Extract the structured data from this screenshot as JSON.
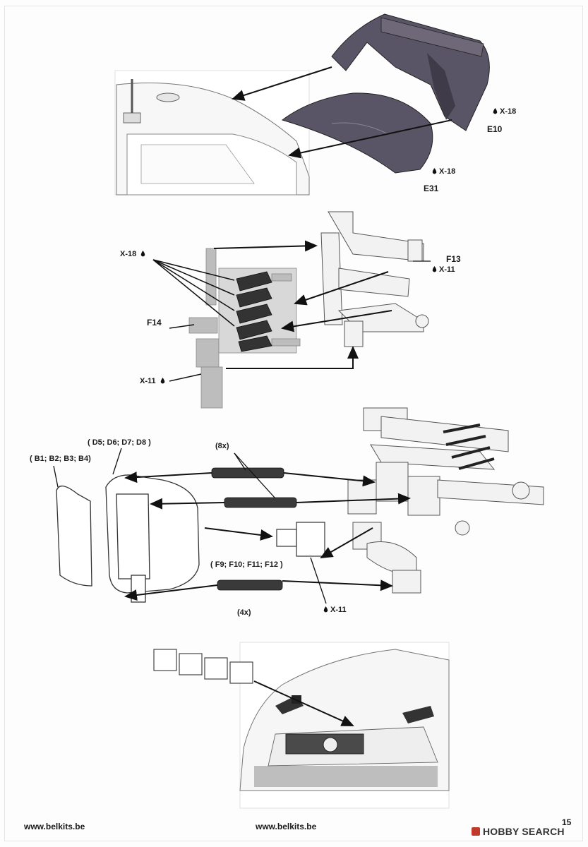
{
  "footer": {
    "left_url": "www.belkits.be",
    "center_url": "www.belkits.be",
    "page_number": "15",
    "brand": "HOBBY SEARCH"
  },
  "step1": {
    "part_top": "E10",
    "part_bottom": "E31",
    "paint_top": "X-18",
    "paint_bottom": "X-18"
  },
  "step2": {
    "paint_grille": "X-18",
    "part_frame": "F13",
    "paint_frame": "X-11",
    "part_mount": "F14",
    "paint_mount": "X-11"
  },
  "step3": {
    "housings": "( D5; D6; D7; D8 )",
    "lenses": "( B1; B2; B3; B4)",
    "lamp_parts": "( F9; F10; F11; F12 )",
    "qty_top": "(8x)",
    "qty_bottom": "(4x)",
    "paint_lamp": "X-11"
  }
}
